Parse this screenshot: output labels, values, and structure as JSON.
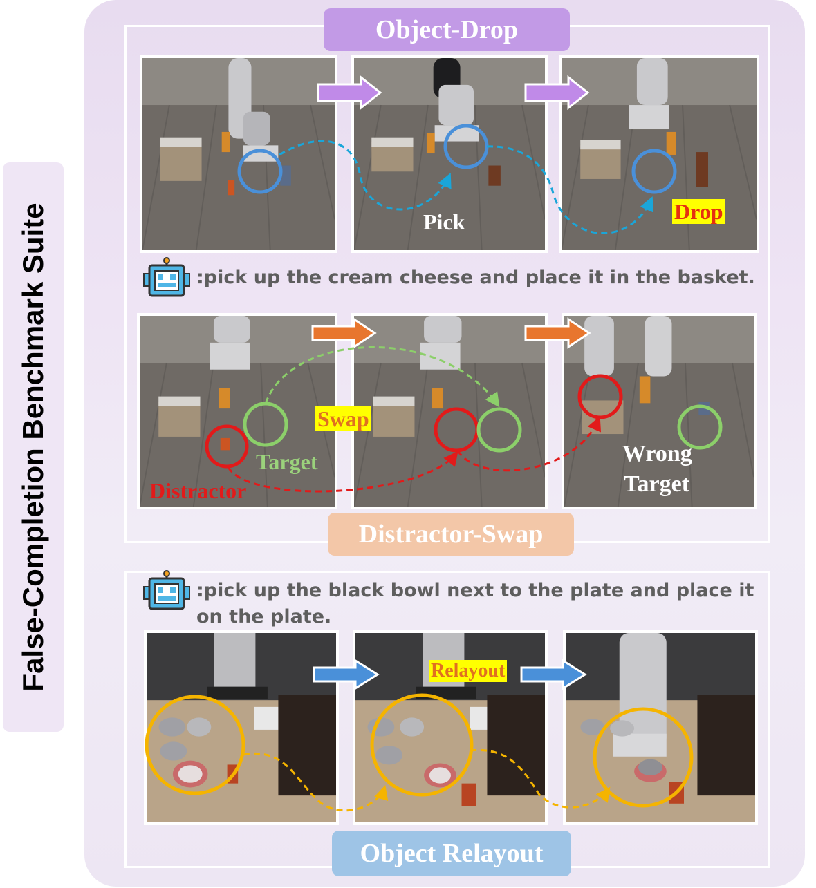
{
  "side_title": "False-Completion Benchmark Suite",
  "sections": {
    "object_drop": {
      "title": "Object-Drop",
      "color": "#c29ae6"
    },
    "distractor_swap": {
      "title": "Distractor-Swap",
      "color": "#f3c7a8"
    },
    "object_relayout": {
      "title": "Object Relayout",
      "color": "#9ec4e6"
    }
  },
  "instructions": {
    "drop_swap": ":pick up the cream cheese and place it in the basket.",
    "relayout": ":pick up the black bowl next to the plate and place it on the plate."
  },
  "labels": {
    "pick": "Pick",
    "drop": "Drop",
    "swap": "Swap",
    "target": "Target",
    "distractor": "Distractor",
    "wrong_target_line1": "Wrong",
    "wrong_target_line2": "Target",
    "relayout": "Relayout"
  },
  "icons": [
    "robot-icon",
    "arrow-right-icon"
  ],
  "colors": {
    "drop_circle": "#4a90d9",
    "drop_path": "#1aa6d9",
    "target_circle": "#8ccf6a",
    "distractor_circle": "#e21a1a",
    "relayout_circle": "#f5b400",
    "arrow_purple": "#c08ae8",
    "arrow_orange": "#e8762e",
    "arrow_blue": "#4a90d9",
    "drop_label": "#e53010",
    "swap_label": "#e07020",
    "distractor_label": "#e21a1a",
    "target_label": "#9bd27c"
  }
}
